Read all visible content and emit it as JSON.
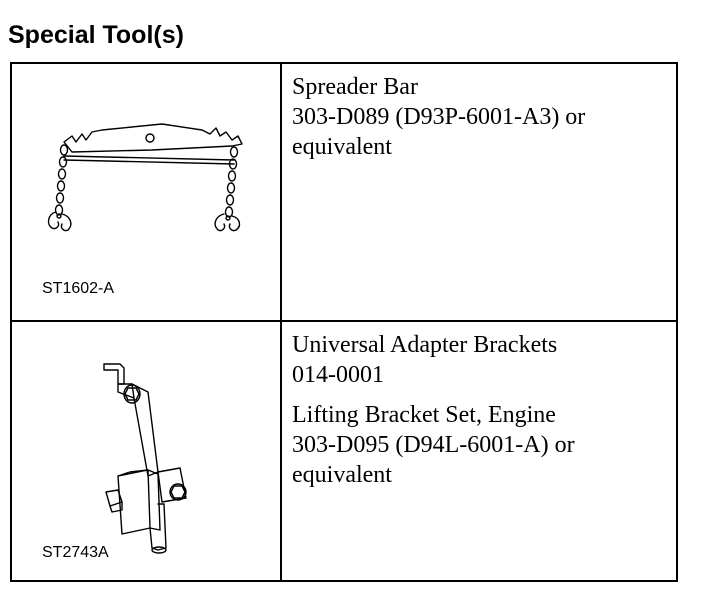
{
  "heading": "Special Tool(s)",
  "tools": [
    {
      "illustration_code": "ST1602-A",
      "illustration_icon": "spreader-bar-icon",
      "lines": [
        "Spreader Bar",
        "303-D089 (D93P-6001-A3) or",
        "equivalent"
      ]
    },
    {
      "illustration_code": "ST2743A",
      "illustration_icon": "lifting-bracket-icon",
      "lines_a": [
        "Universal Adapter Brackets",
        "014-0001"
      ],
      "lines_b": [
        "Lifting Bracket Set, Engine",
        "303-D095 (D94L-6001-A) or",
        "equivalent"
      ]
    }
  ]
}
